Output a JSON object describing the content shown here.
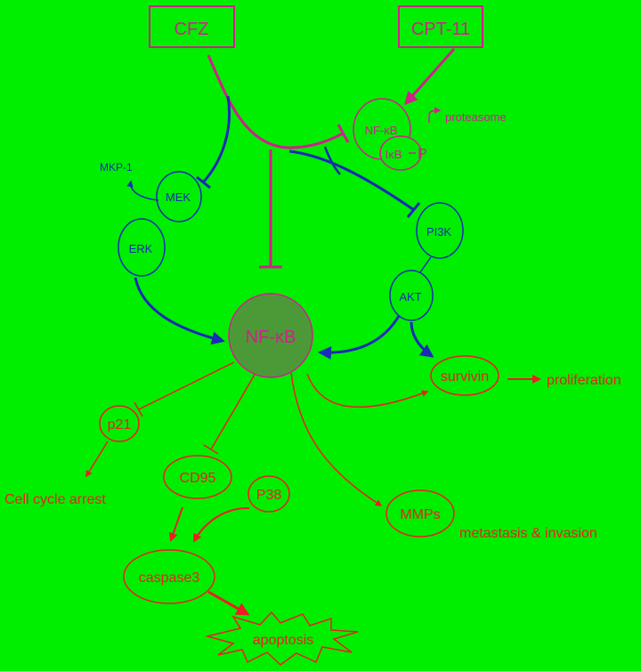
{
  "colors": {
    "background": "#00ee00",
    "drug": "#d0208c",
    "blue_pathway": "#1a2bb5",
    "red_pathway": "#ee1c24",
    "nfkb_fill": "#4c9a37"
  },
  "drugs": {
    "cfz": "CFZ",
    "cpt11": "CPT-11"
  },
  "complex": {
    "nfkb": "NF-κB",
    "ikb": "IκB",
    "p": "P",
    "proteasome": "proteasome"
  },
  "nodes": {
    "mkp1": "MKP-1",
    "mek": "MEK",
    "erk": "ERK",
    "pi3k": "PI3K",
    "akt": "AKT",
    "nfkb": "NF-κB",
    "survivin": "survivin",
    "p21": "p21",
    "cd95": "CD95",
    "p38": "P38",
    "mmps": "MMPs",
    "caspase3": "caspase3",
    "apoptosis": "apoptosis"
  },
  "outcomes": {
    "proliferation": "proliferation",
    "cell_cycle_arrest": "Cell cycle arrest",
    "metastasis": "metastasis & invasion"
  }
}
